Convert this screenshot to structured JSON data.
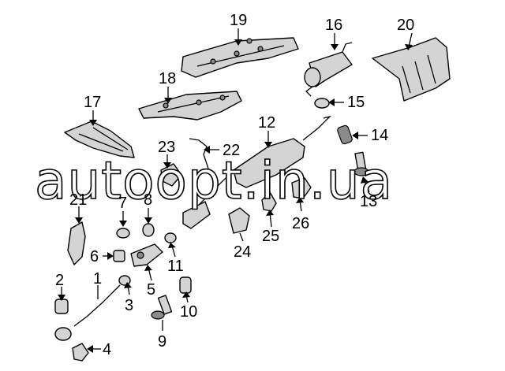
{
  "watermark": "autoopt.in.ua",
  "callouts": [
    {
      "id": "1",
      "text": "1"
    },
    {
      "id": "2",
      "text": "2"
    },
    {
      "id": "3",
      "text": "3"
    },
    {
      "id": "4",
      "text": "4"
    },
    {
      "id": "5",
      "text": "5"
    },
    {
      "id": "6",
      "text": "6"
    },
    {
      "id": "7",
      "text": "7"
    },
    {
      "id": "8",
      "text": "8"
    },
    {
      "id": "9",
      "text": "9"
    },
    {
      "id": "10",
      "text": "10"
    },
    {
      "id": "11",
      "text": "11"
    },
    {
      "id": "12",
      "text": "12"
    },
    {
      "id": "13",
      "text": "13"
    },
    {
      "id": "14",
      "text": "14"
    },
    {
      "id": "15",
      "text": "15"
    },
    {
      "id": "16",
      "text": "16"
    },
    {
      "id": "17",
      "text": "17"
    },
    {
      "id": "18",
      "text": "18"
    },
    {
      "id": "19",
      "text": "19"
    },
    {
      "id": "20",
      "text": "20"
    },
    {
      "id": "21",
      "text": "21"
    },
    {
      "id": "22",
      "text": "22"
    },
    {
      "id": "23",
      "text": "23"
    },
    {
      "id": "24",
      "text": "24"
    },
    {
      "id": "25",
      "text": "25"
    },
    {
      "id": "26",
      "text": "26"
    }
  ]
}
